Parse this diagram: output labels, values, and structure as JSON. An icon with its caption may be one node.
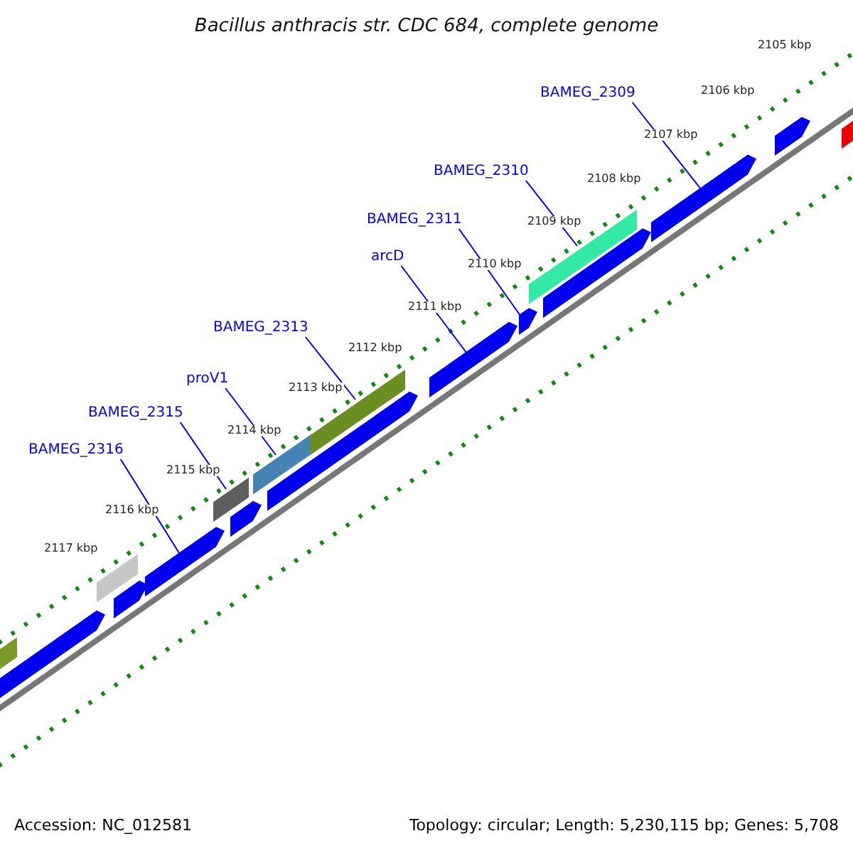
{
  "diagram": {
    "title": "Bacillus anthracis str. CDC 684, complete genome",
    "nodes": [
      {
        "text": [
          "BAMEG_2309"
        ]
      },
      {
        "text": [
          "BAMEG_2310"
        ]
      },
      {
        "text": [
          "BAMEG_2311"
        ]
      },
      {
        "text": [
          "arcD"
        ]
      },
      {
        "text": [
          "BAMEG_2313"
        ]
      },
      {
        "text": [
          "proV1"
        ]
      },
      {
        "text": [
          "BAMEG_2315"
        ]
      },
      {
        "text": [
          "BAMEG_2316"
        ]
      },
      {
        "text": [],
        "shape": "bar"
      },
      {
        "text": [],
        "shape": "arrow"
      },
      {
        "text": [],
        "shape": "bar"
      },
      {
        "text": [],
        "shape": "arrow"
      },
      {
        "text": [],
        "shape": "arrow"
      },
      {
        "text": [],
        "shape": "bar"
      },
      {
        "text": [],
        "shape": "arrow"
      },
      {
        "text": [],
        "shape": "bar"
      },
      {
        "text": [],
        "shape": "arrow"
      },
      {
        "text": [],
        "shape": "bar"
      },
      {
        "text": [],
        "shape": "arrow"
      },
      {
        "text": [],
        "shape": "arrow"
      },
      {
        "text": [],
        "shape": "bar"
      },
      {
        "text": [],
        "shape": "arrow"
      },
      {
        "text": [],
        "shape": "arrow"
      },
      {
        "text": [],
        "shape": "arrow"
      },
      {
        "text": [],
        "shape": "bar"
      }
    ],
    "edges": [
      {
        "from": 0,
        "to": 22,
        "arrow": "none"
      },
      {
        "from": 1,
        "to": 20,
        "arrow": "none"
      },
      {
        "from": 2,
        "to": 19,
        "arrow": "none"
      },
      {
        "from": 3,
        "to": 18,
        "arrow": "none"
      },
      {
        "from": 4,
        "to": 17,
        "arrow": "none"
      },
      {
        "from": 5,
        "to": 15,
        "arrow": "none"
      },
      {
        "from": 6,
        "to": 13,
        "arrow": "none"
      },
      {
        "from": 7,
        "to": 12,
        "arrow": "none"
      }
    ],
    "labels": [
      "2105 kbp",
      "2106 kbp",
      "2107 kbp",
      "2108 kbp",
      "2109 kbp",
      "2110 kbp",
      "2111 kbp",
      "2112 kbp",
      "2113 kbp",
      "2114 kbp",
      "2115 kbp",
      "2116 kbp",
      "2117 kbp",
      "Accession: NC_012581",
      "Topology: circular; Length: 5,230,115 bp; Genes: 5,708"
    ]
  }
}
